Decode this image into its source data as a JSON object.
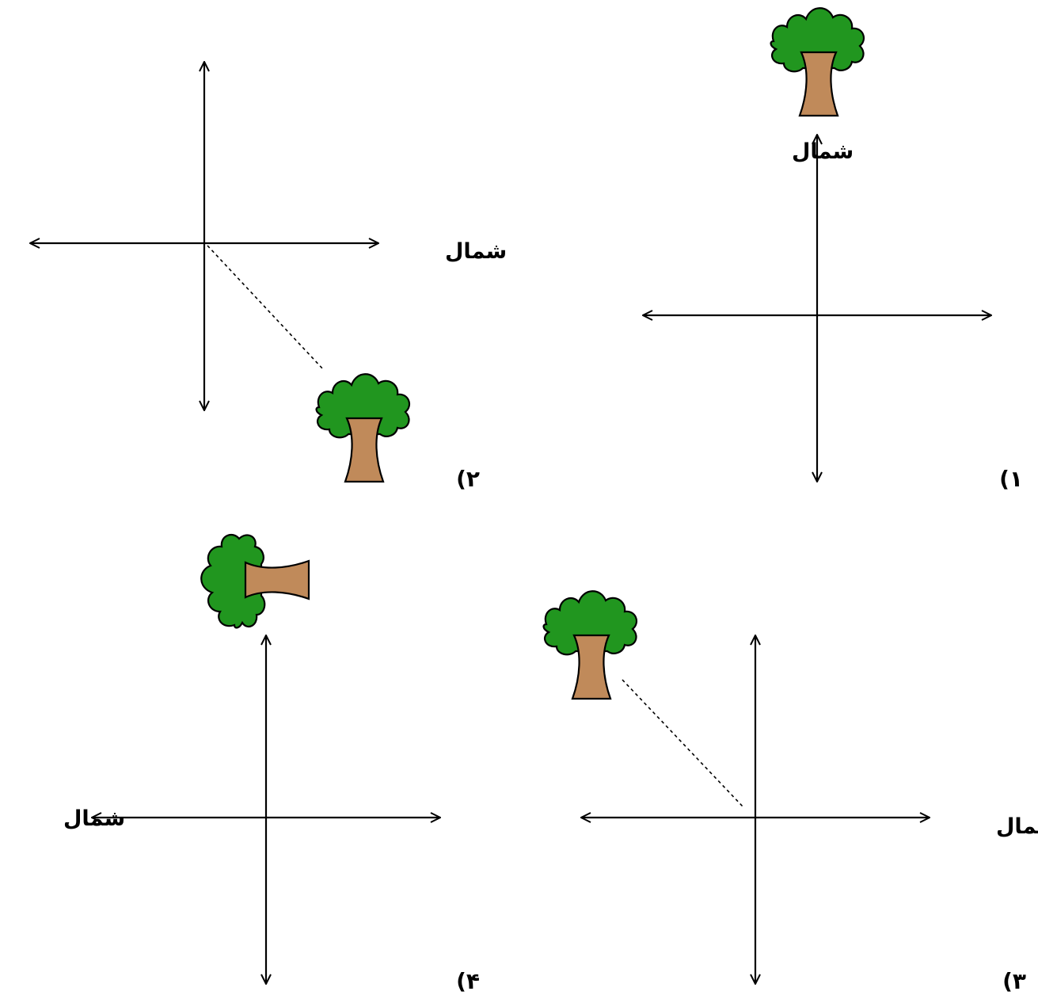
{
  "colors": {
    "crown": "#21961f",
    "trunk": "#c08a5a",
    "outline": "#000000"
  },
  "options": [
    {
      "number_label": "(۱",
      "north_label": "شمال"
    },
    {
      "number_label": "(۲",
      "north_label": "شمال"
    },
    {
      "number_label": "(۳",
      "north_label": "شمال"
    },
    {
      "number_label": "(۴",
      "north_label": "شمال"
    }
  ]
}
